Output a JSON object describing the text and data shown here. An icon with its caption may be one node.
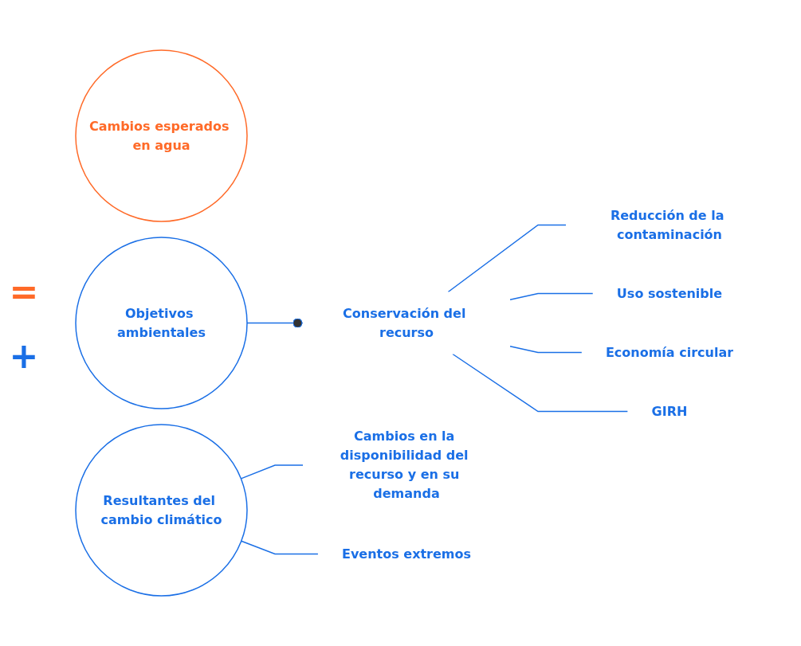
{
  "diagram": {
    "nodes": [
      {
        "text": [
          "Cambios esperados en agua"
        ]
      },
      {
        "text": [
          "Objetivos ambientales"
        ]
      },
      {
        "text": [
          "Resultantes del cambio climático"
        ]
      },
      {
        "text": [
          "Conservación del recurso"
        ]
      },
      {
        "text": [
          "Reducción de la contaminación"
        ]
      },
      {
        "text": [
          "Uso sostenible"
        ]
      },
      {
        "text": [
          "Economía circular"
        ]
      },
      {
        "text": [
          "GIRH"
        ]
      },
      {
        "text": [
          "Cambios en la disponibilidad del recurso y en su demanda"
        ]
      },
      {
        "text": [
          "Eventos extremos"
        ]
      }
    ],
    "edges": [
      {
        "from": 1,
        "to": 3,
        "arrow": "other"
      },
      {
        "from": 3,
        "to": 4,
        "arrow": "none"
      },
      {
        "from": 3,
        "to": 5,
        "arrow": "none"
      },
      {
        "from": 3,
        "to": 6,
        "arrow": "none"
      },
      {
        "from": 3,
        "to": 7,
        "arrow": "none"
      },
      {
        "from": 2,
        "to": 8,
        "arrow": "none"
      },
      {
        "from": 2,
        "to": 9,
        "arrow": "none"
      }
    ],
    "labels": [
      "=",
      "+"
    ]
  }
}
